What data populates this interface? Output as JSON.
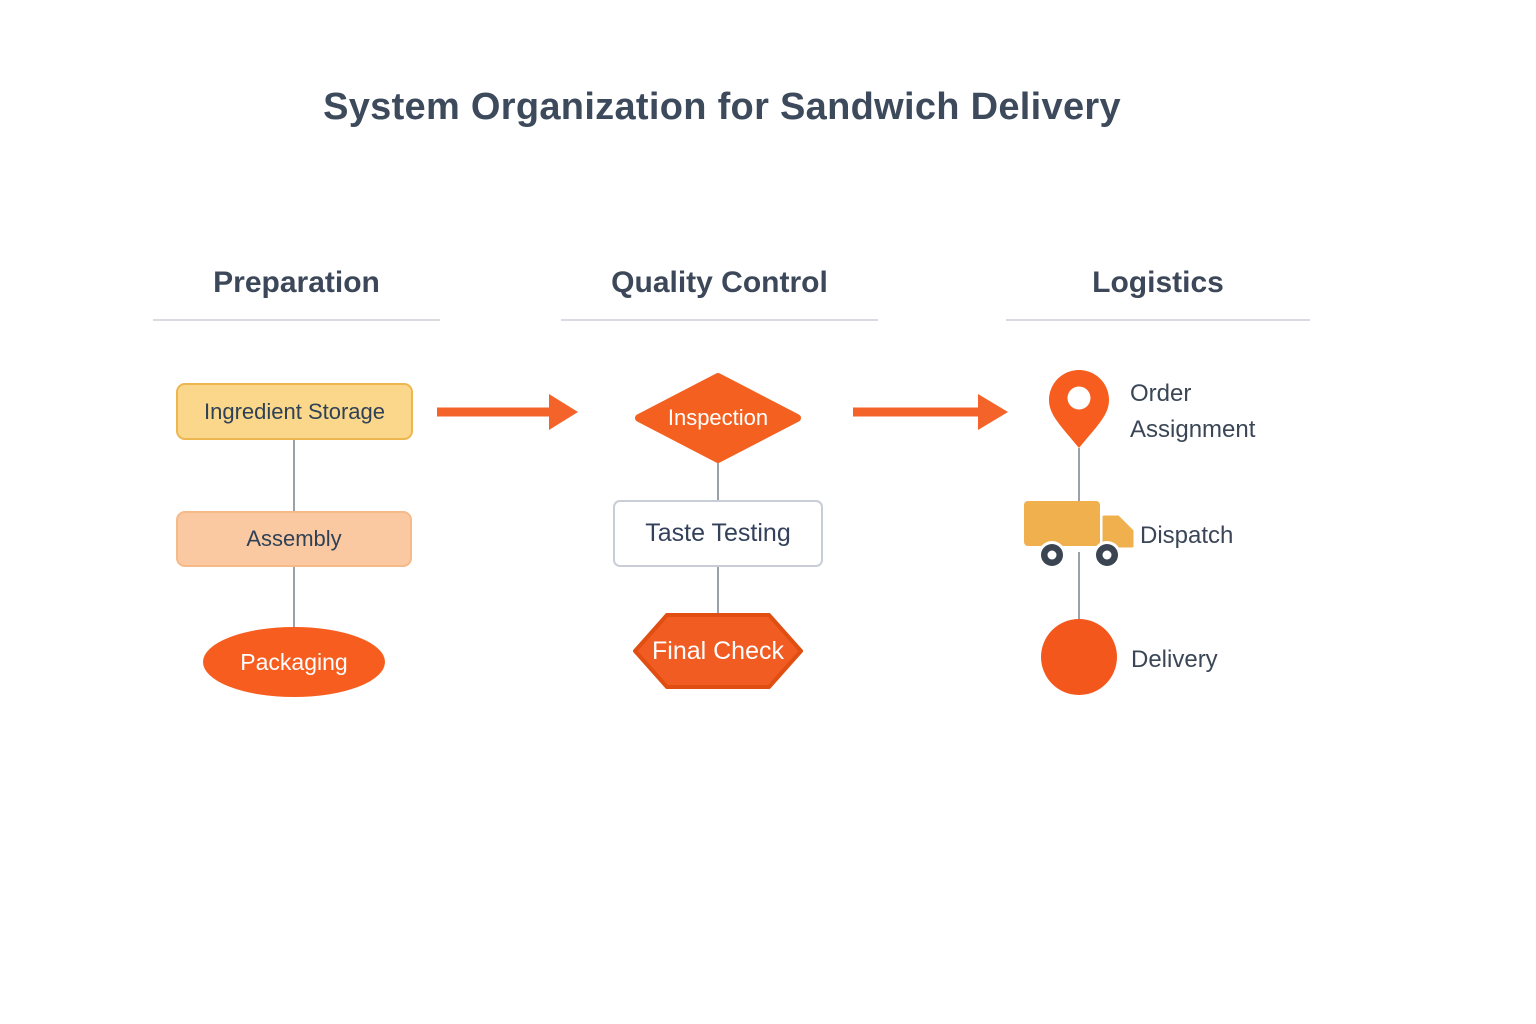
{
  "title": "System Organization for Sandwich Delivery",
  "columns": [
    {
      "header": "Preparation",
      "nodes": [
        {
          "label": "Ingredient Storage",
          "shape": "rounded-rectangle",
          "fill": "#FAD78A",
          "border": "#EDB750"
        },
        {
          "label": "Assembly",
          "shape": "rounded-rectangle",
          "fill": "#FBC9A1",
          "border": "#F6B988"
        },
        {
          "label": "Packaging",
          "shape": "ellipse",
          "fill": "#F75D1F"
        }
      ]
    },
    {
      "header": "Quality Control",
      "nodes": [
        {
          "label": "Inspection",
          "shape": "diamond",
          "fill": "#F4601F"
        },
        {
          "label": "Taste Testing",
          "shape": "rectangle",
          "fill": "#FFFFFF",
          "border": "#C9CED6"
        },
        {
          "label": "Final Check",
          "shape": "hexagon",
          "fill": "#F15C22",
          "border": "#E04E12"
        }
      ]
    },
    {
      "header": "Logistics",
      "nodes": [
        {
          "label": "Order Assignment",
          "icon": "map-pin-icon",
          "fill": "#F75D1F"
        },
        {
          "label": "Dispatch",
          "icon": "truck-icon",
          "fill": "#F0B04E"
        },
        {
          "label": "Delivery",
          "icon": "circle-icon",
          "fill": "#F4571C"
        }
      ]
    }
  ],
  "flow": {
    "arrow_color": "#F4632A",
    "connector_color": "#9AA1A9",
    "sequence": [
      "Preparation",
      "Quality Control",
      "Logistics"
    ]
  },
  "text_colors": {
    "title": "#3D4A5C",
    "header": "#3C4859",
    "node_dark": "#2F4156",
    "node_light": "#FFFFFF"
  }
}
